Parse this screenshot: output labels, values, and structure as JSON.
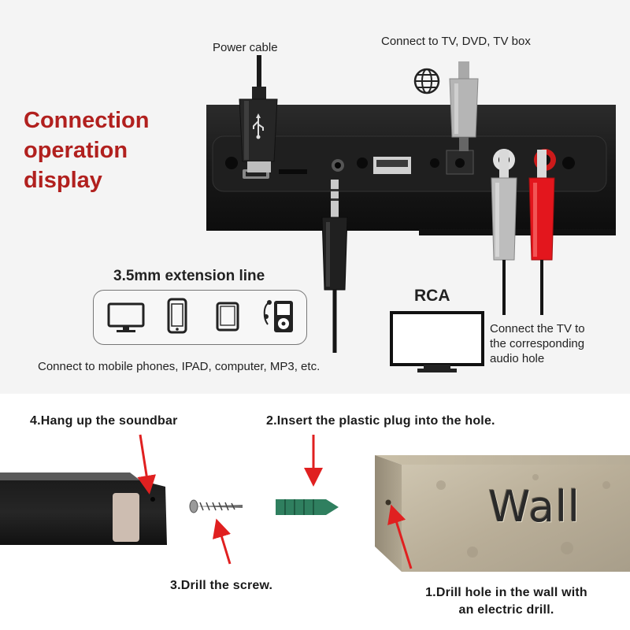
{
  "heading": "Connection\noperation\ndisplay",
  "labels": {
    "power_cable": "Power cable",
    "connect_tv_dvd": "Connect to TV, DVD, TV box",
    "extension_line": "3.5mm extension line",
    "rca": "RCA",
    "connect_tv_audio": "Connect the TV to\nthe corresponding\naudio hole",
    "connect_mobile": "Connect to mobile phones, IPAD, computer, MP3, etc."
  },
  "devices": [
    "monitor-icon",
    "phone-icon",
    "tablet-icon",
    "mp3-player-icon"
  ],
  "steps": {
    "step4": "4.Hang up the soundbar",
    "step2": "2.Insert the plastic plug into the hole.",
    "step3": "3.Drill the screw.",
    "step1": "1.Drill hole in the wall with\nan electric drill."
  },
  "wall_text": "Wall",
  "colors": {
    "heading": "#b1201e",
    "arrow": "#e02020",
    "rca_red": "#e3161d",
    "rca_white": "#bdbdbd",
    "plug_green": "#2f7f5f"
  }
}
